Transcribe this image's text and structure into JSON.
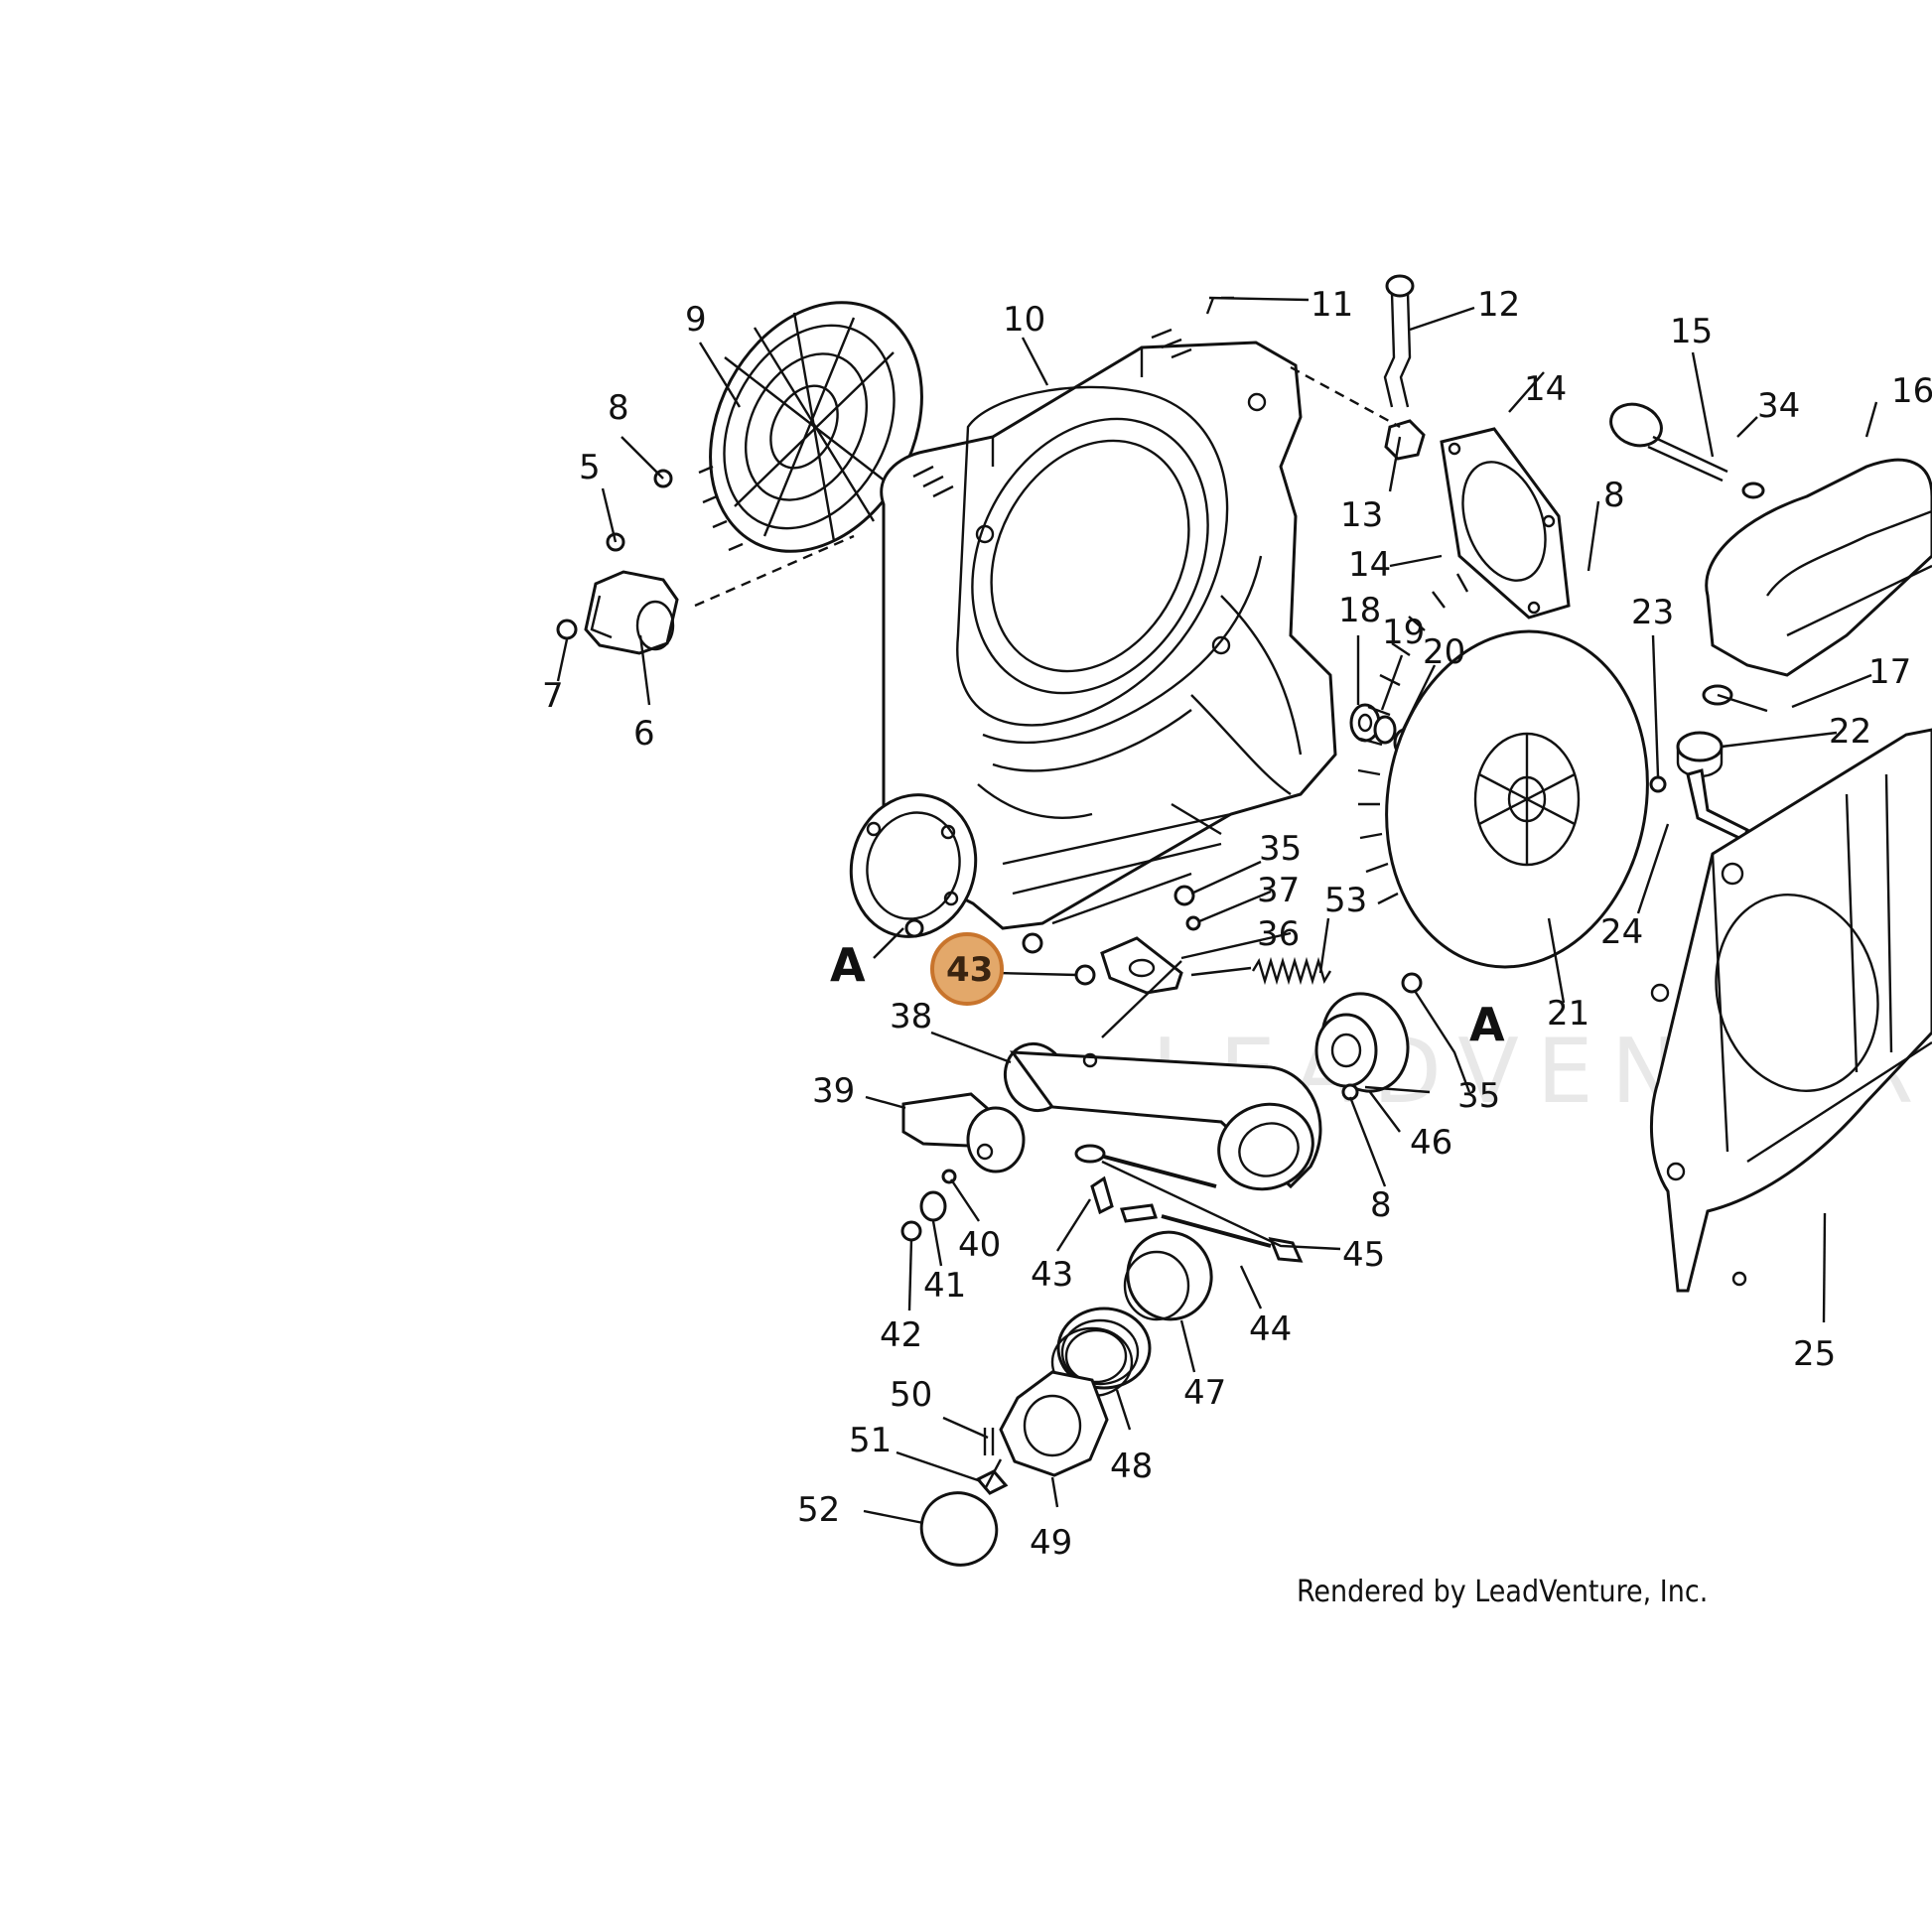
{
  "diagram": {
    "labels": [
      "9",
      "10",
      "11",
      "12",
      "14",
      "15",
      "34",
      "16",
      "8",
      "5",
      "13",
      "8",
      "14",
      "18",
      "19",
      "20",
      "23",
      "7",
      "6",
      "17",
      "22",
      "35",
      "37",
      "36",
      "53",
      "A",
      "43",
      "38",
      "A",
      "35",
      "21",
      "24",
      "39",
      "46",
      "8",
      "40",
      "43",
      "45",
      "41",
      "42",
      "44",
      "47",
      "50",
      "48",
      "51",
      "49",
      "52",
      "25"
    ],
    "highlighted_label": "43",
    "credit": "Rendered by LeadVenture, Inc.",
    "watermark": "LEADVENTURE"
  },
  "colors": {
    "highlight_fill": "#e3a86a",
    "highlight_stroke": "#c8742c",
    "line": "#111111"
  }
}
